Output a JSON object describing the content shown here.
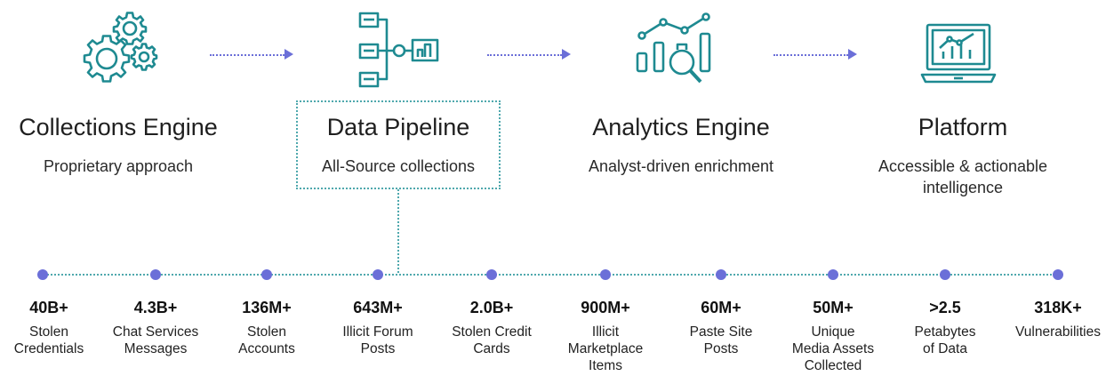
{
  "stages": [
    {
      "title": "Collections Engine",
      "subtitle": "Proprietary approach",
      "icon": "gears-icon"
    },
    {
      "title": "Data Pipeline",
      "subtitle": "All-Source collections",
      "icon": "pipeline-icon"
    },
    {
      "title": "Analytics Engine",
      "subtitle": "Analyst-driven enrichment",
      "icon": "analytics-magnifier-icon"
    },
    {
      "title": "Platform",
      "subtitle": "Accessible & actionable intelligence",
      "icon": "laptop-chart-icon"
    }
  ],
  "stats": [
    {
      "value": "40B+",
      "label": "Stolen\nCredentials"
    },
    {
      "value": "4.3B+",
      "label": "Chat Services\nMessages"
    },
    {
      "value": "136M+",
      "label": "Stolen\nAccounts"
    },
    {
      "value": "643M+",
      "label": "Illicit Forum\nPosts"
    },
    {
      "value": "2.0B+",
      "label": "Stolen Credit\nCards"
    },
    {
      "value": "900M+",
      "label": "Illicit\nMarketplace\nItems"
    },
    {
      "value": "60M+",
      "label": "Paste Site\nPosts"
    },
    {
      "value": "50M+",
      "label": "Unique\nMedia Assets\nCollected"
    },
    {
      "value": ">2.5",
      "label": "Petabytes\nof Data"
    },
    {
      "value": "318K+",
      "label": "Vulnerabilities"
    }
  ],
  "colors": {
    "teal": "#1e8a91",
    "accent": "#6b6fd8",
    "dotted": "#4fa8ad"
  }
}
